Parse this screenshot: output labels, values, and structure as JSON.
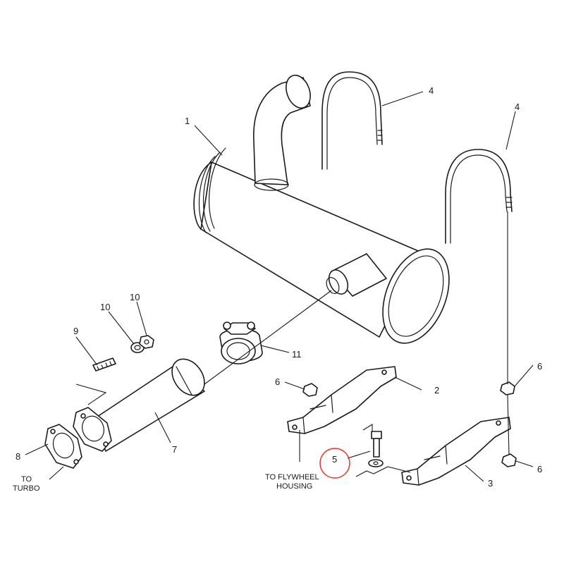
{
  "callouts": {
    "c1": "1",
    "c2": "2",
    "c3": "3",
    "c4a": "4",
    "c4b": "4",
    "c5": "5",
    "c6a": "6",
    "c6b": "6",
    "c6c": "6",
    "c7": "7",
    "c8": "8",
    "c9": "9",
    "c10a": "10",
    "c10b": "10",
    "c11": "11"
  },
  "notes": {
    "to_turbo_line1": "TO",
    "to_turbo_line2": "TURBO",
    "flywheel_line1": "TO FLYWHEEL",
    "flywheel_line2": "HOUSING"
  },
  "highlight": {
    "color": "#e8352a",
    "target": "5"
  }
}
